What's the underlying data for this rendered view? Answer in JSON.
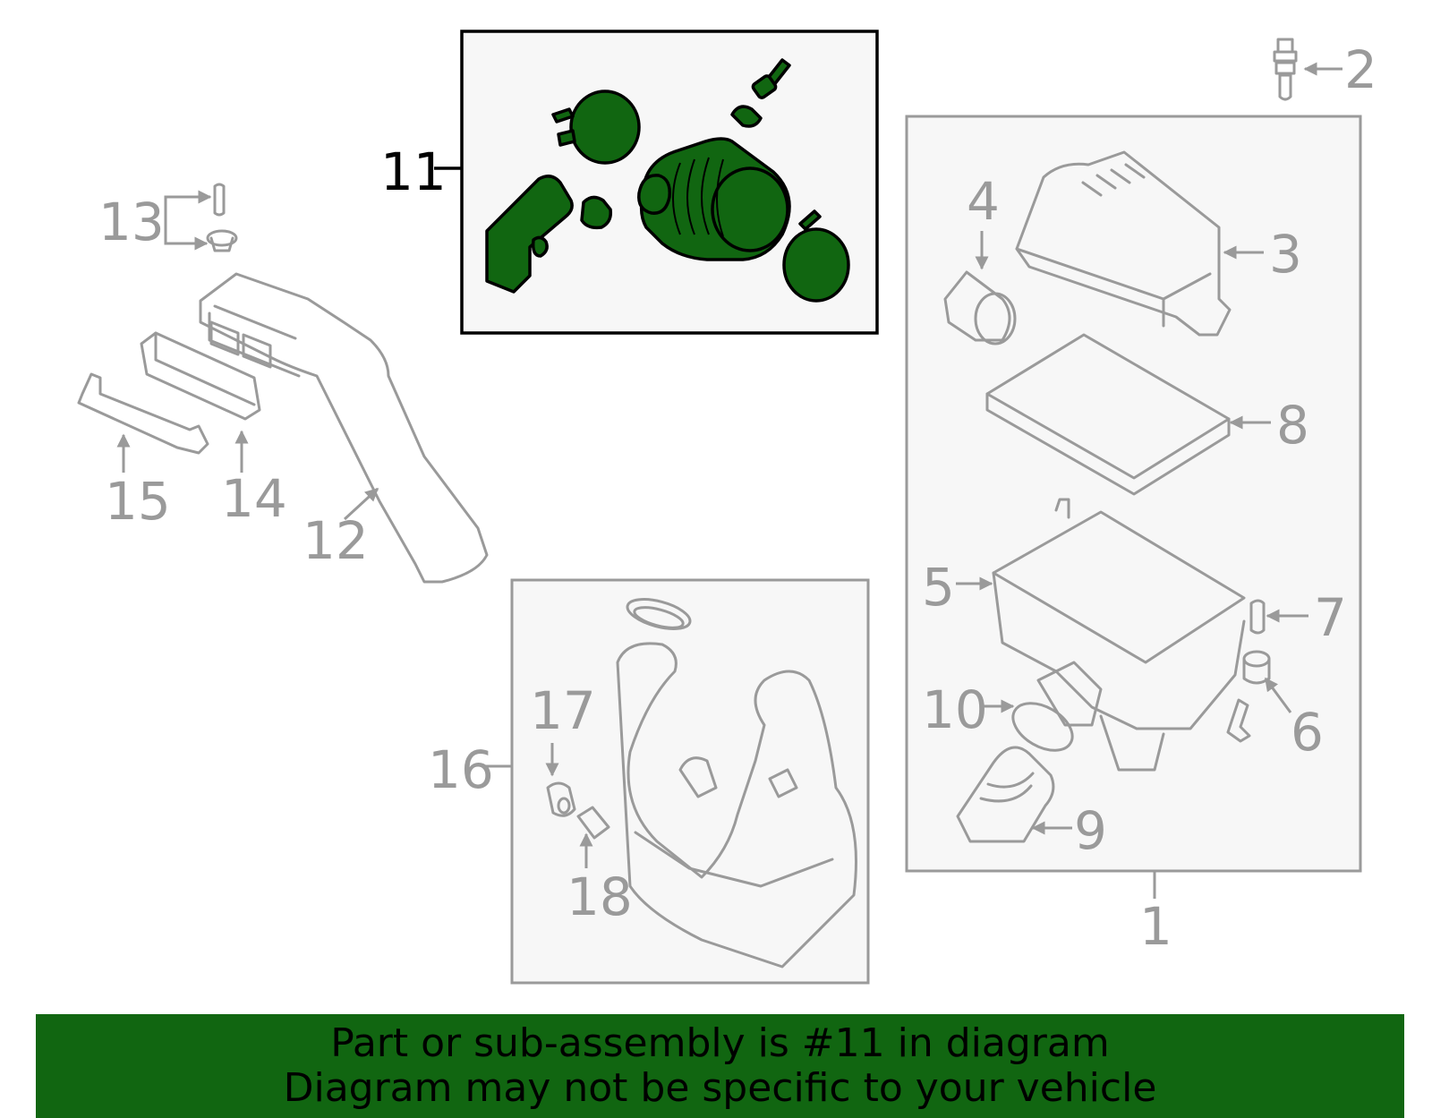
{
  "diagram": {
    "callouts": {
      "c1": "1",
      "c2": "2",
      "c3": "3",
      "c4": "4",
      "c5": "5",
      "c6": "6",
      "c7": "7",
      "c8": "8",
      "c9": "9",
      "c10": "10",
      "c11": "11",
      "c12": "12",
      "c13": "13",
      "c14": "14",
      "c15": "15",
      "c16": "16",
      "c17": "17",
      "c18": "18"
    },
    "highlighted_part": "11",
    "colors": {
      "highlight": "#116611",
      "outline": "#9a9a9a",
      "box_fill": "#f7f7f7"
    }
  },
  "banner": {
    "line1": "Part or sub-assembly is #11 in diagram",
    "line2": "Diagram may not be specific to your vehicle"
  }
}
